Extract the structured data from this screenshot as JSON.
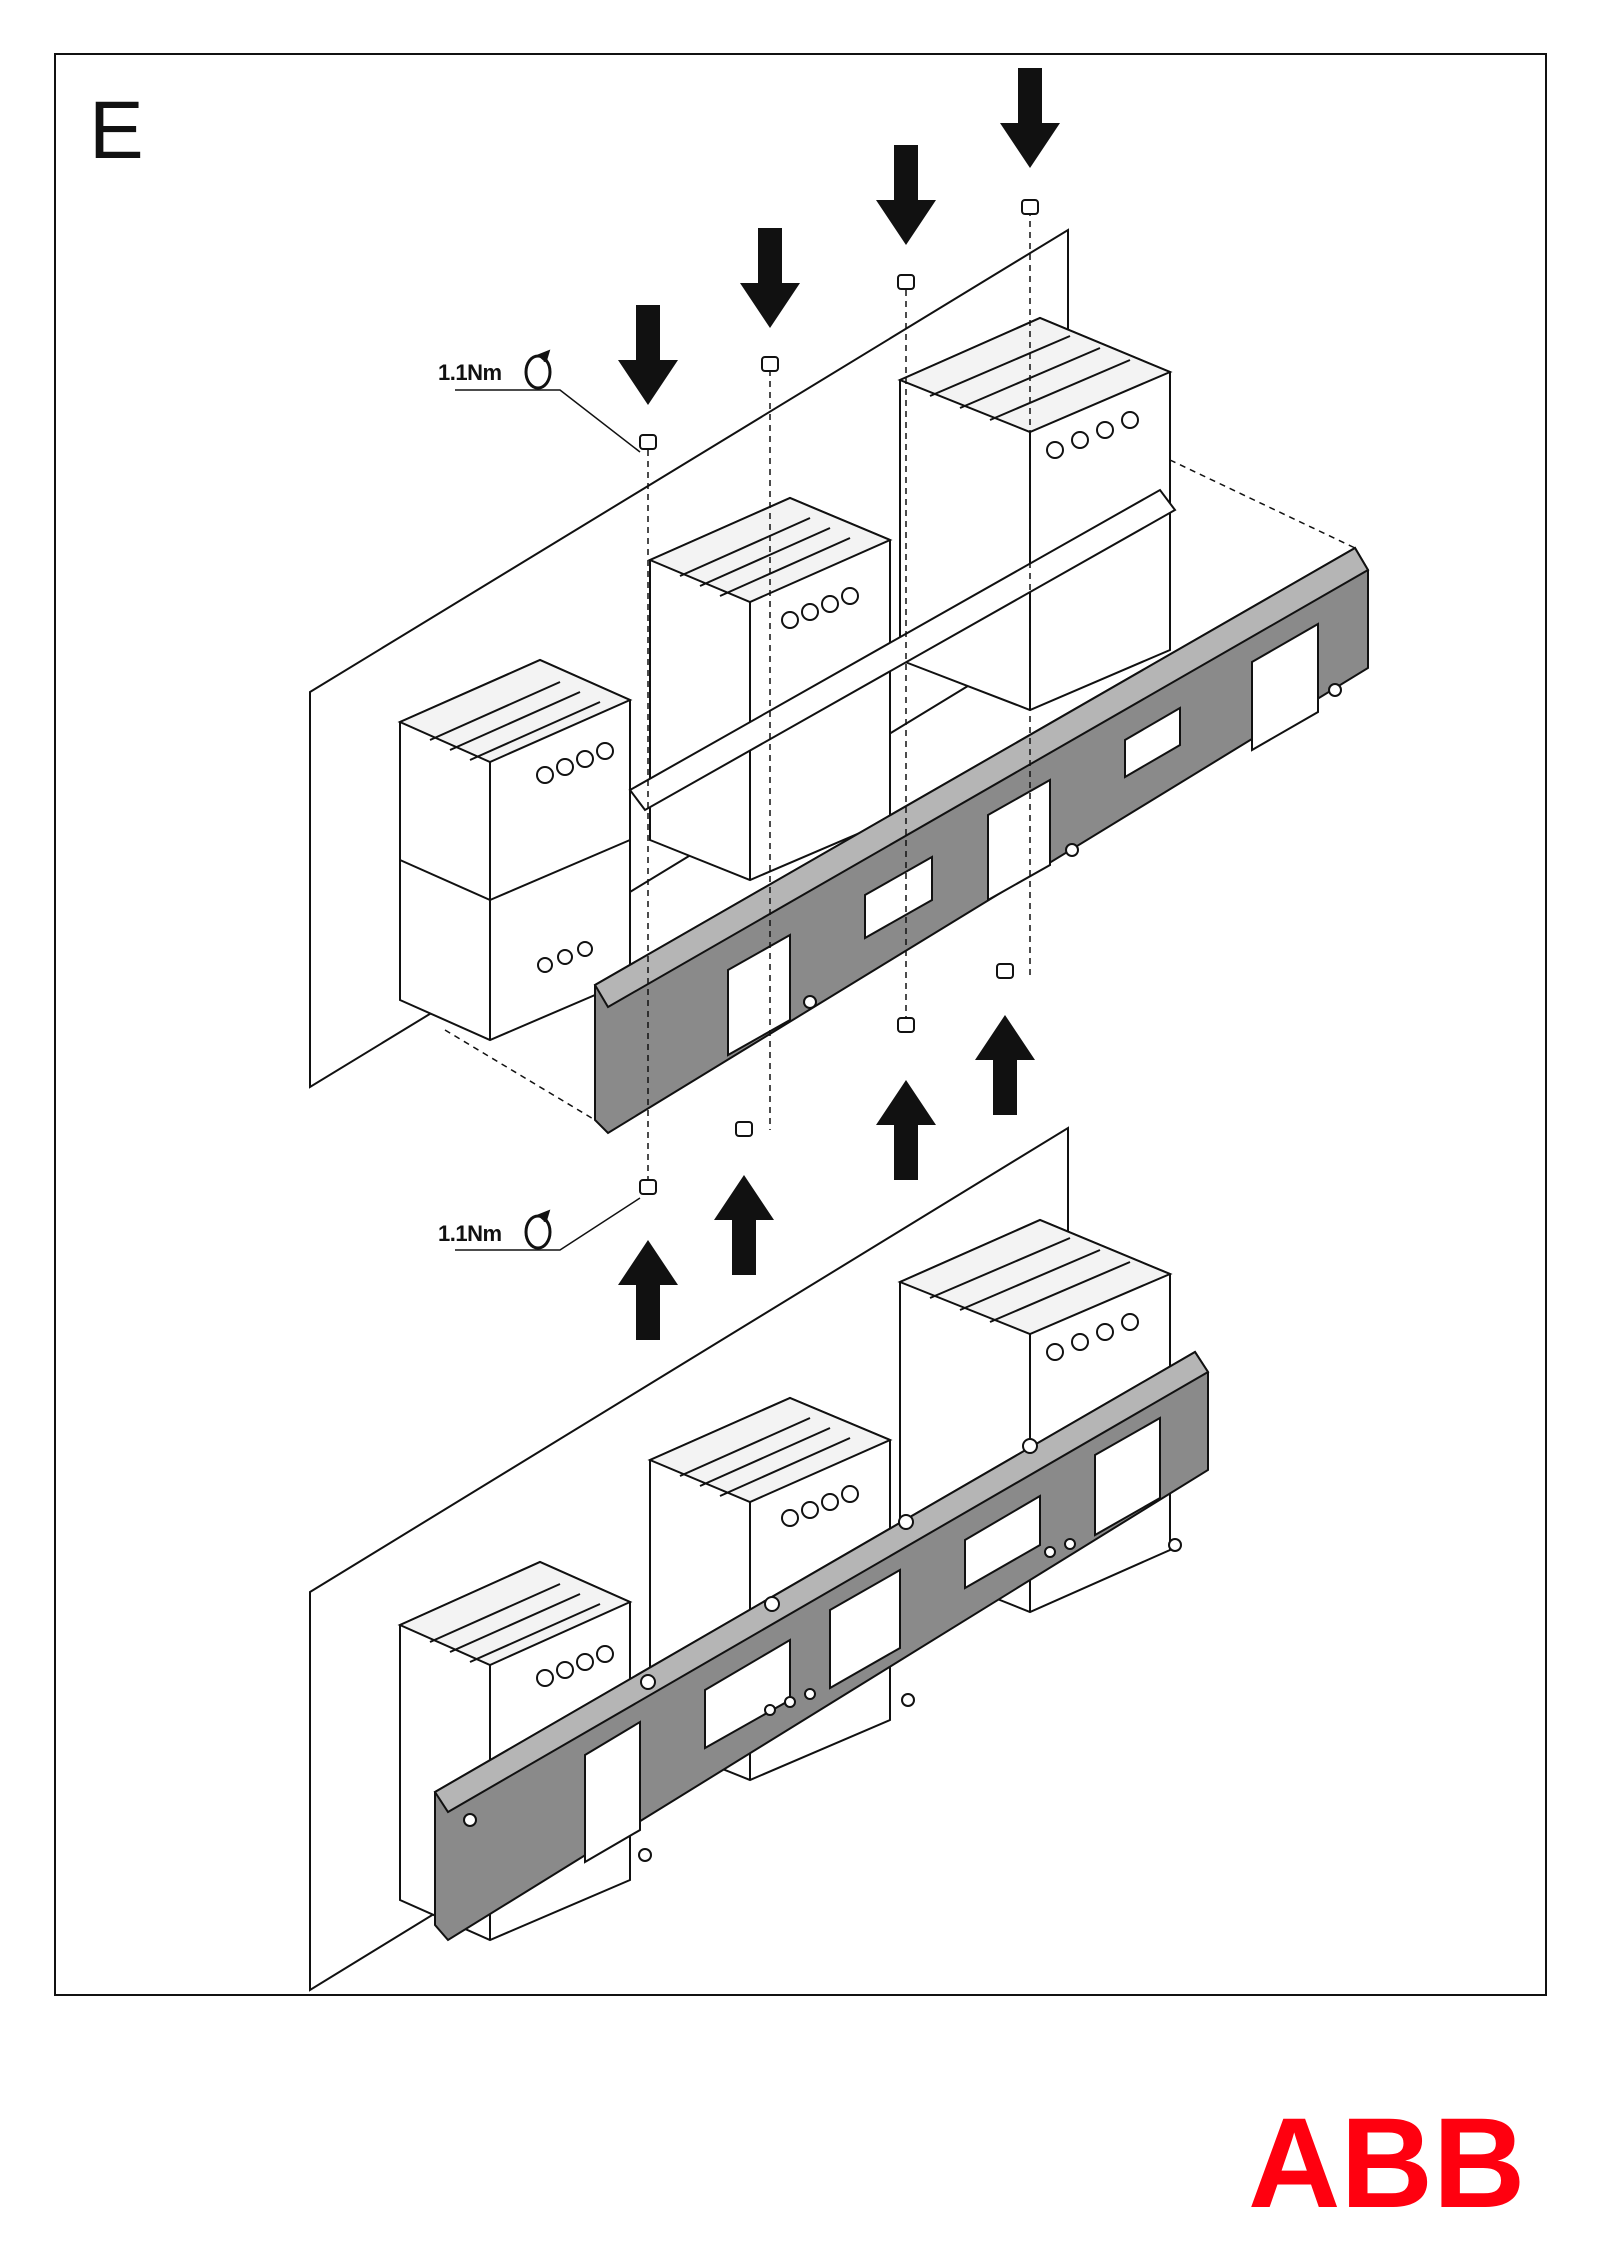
{
  "step": {
    "letter": "E"
  },
  "annotations": {
    "torque_top": "1.1Nm",
    "torque_bottom": "1.1Nm"
  },
  "icons": {
    "torque": "rotation-arrow-icon",
    "arrow_down": "arrow-down-icon",
    "arrow_up": "arrow-up-icon",
    "screw": "screw-icon"
  },
  "brand": {
    "logo_text": "ABB",
    "color": "#ff000f"
  },
  "colors": {
    "plate": "#8a8a8a",
    "line": "#111111",
    "arrow": "#111111"
  }
}
